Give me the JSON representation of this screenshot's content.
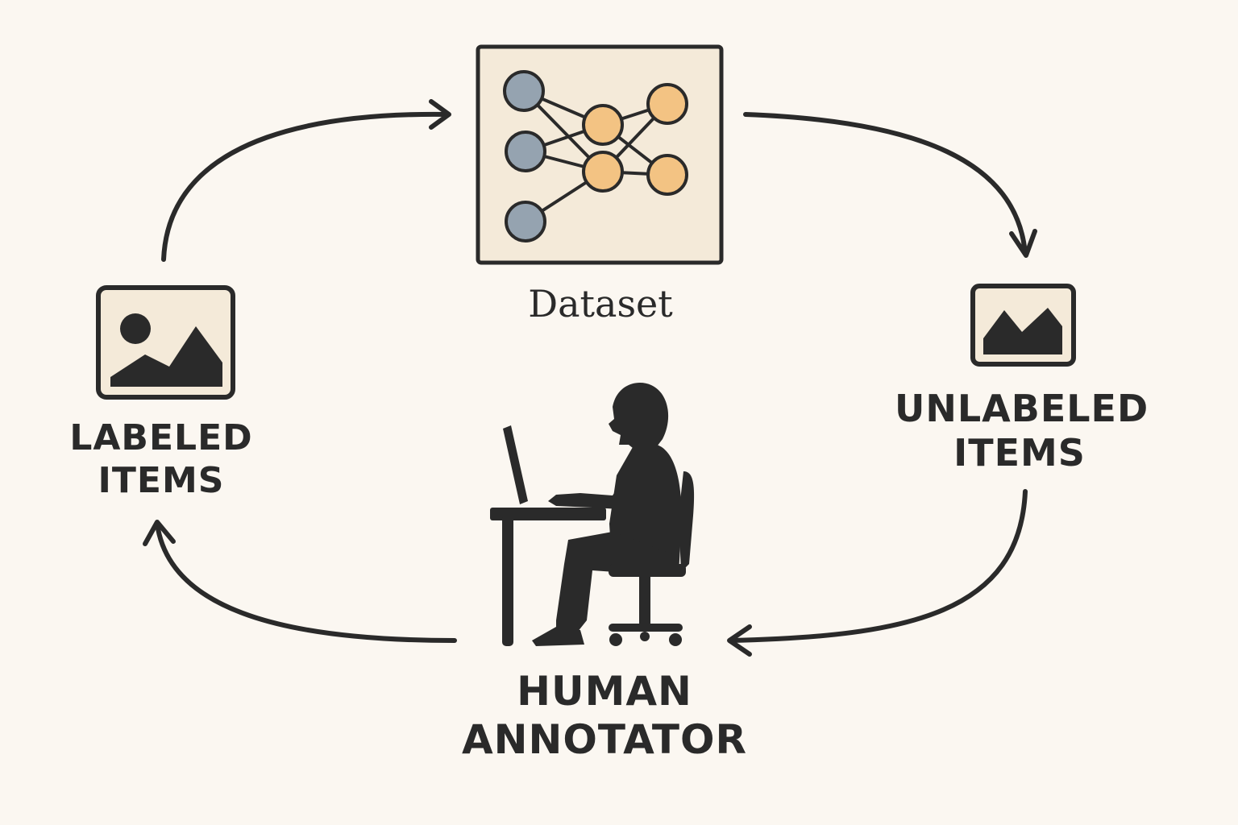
{
  "labels": {
    "dataset": "Dataset",
    "labeled_line1": "LABELED",
    "labeled_line2": "ITEMS",
    "unlabeled_line1": "UNLABELED",
    "unlabeled_line2": "ITEMS",
    "human_line1": "HUMAN",
    "human_line2": "ANNOTATOR"
  },
  "colors": {
    "background": "#fbf7f1",
    "panel_fill": "#f4ead9",
    "stroke": "#2a2a2a",
    "input_node": "#95a3b0",
    "hidden_node": "#f3c383"
  },
  "icons": {
    "dataset": "neural-network-icon",
    "labeled": "image-icon",
    "unlabeled": "image-icon",
    "human": "person-at-laptop-icon"
  }
}
